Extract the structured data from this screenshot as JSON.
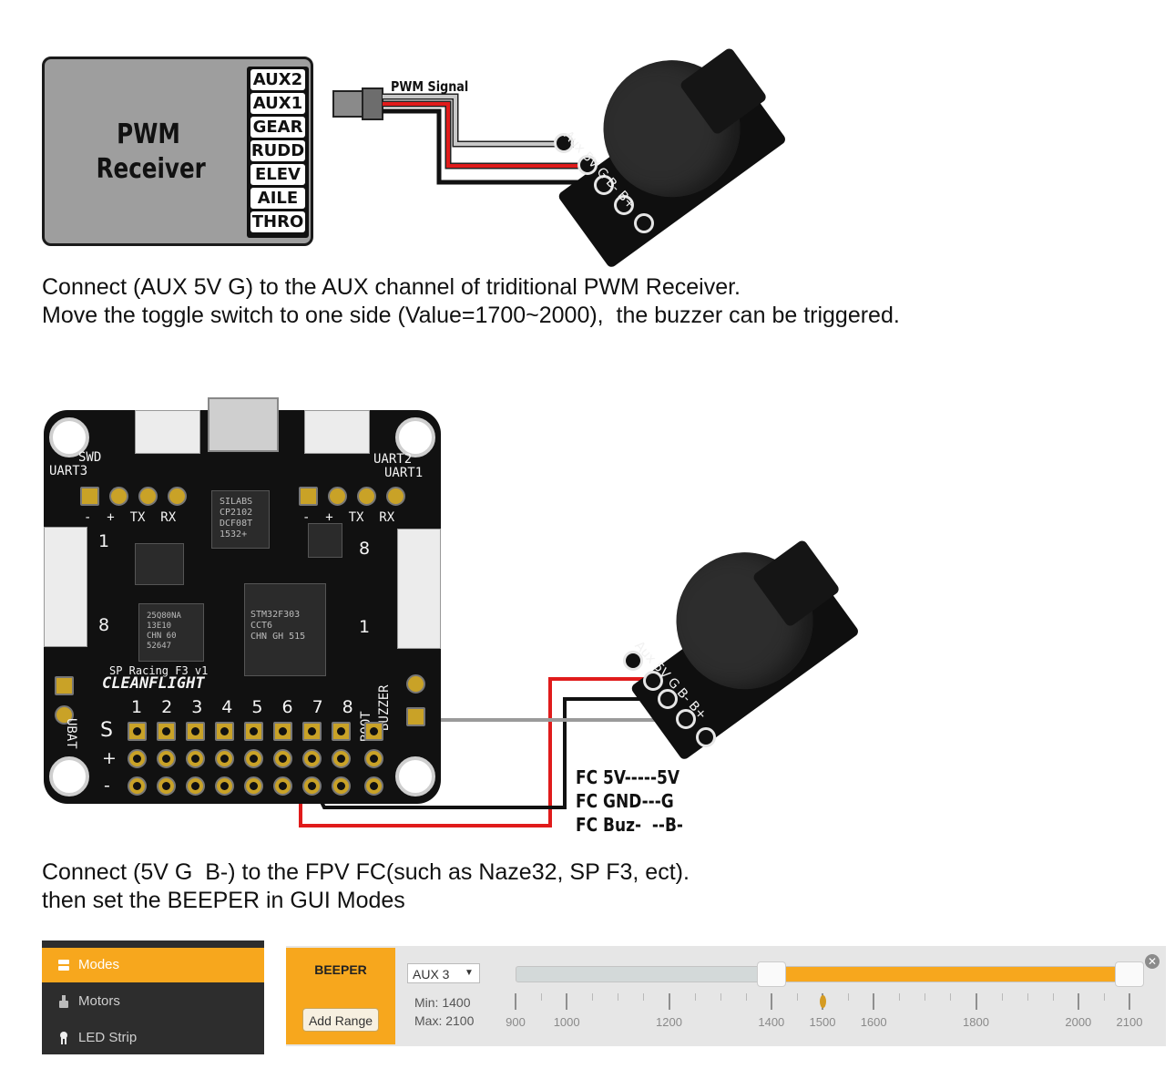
{
  "receiver": {
    "title_line1": "PWM",
    "title_line2": "Receiver",
    "channels": [
      "AUX2",
      "AUX1",
      "GEAR",
      "RUDD",
      "ELEV",
      "AILE",
      "THRO"
    ]
  },
  "wire_label": "PWM Signal",
  "buzzer_pins": {
    "aux": "Aux",
    "v5": "5V",
    "g": "G",
    "bminus": "B-",
    "bplus": "B+"
  },
  "captions": {
    "top_line1": "Connect (AUX 5V G) to the AUX channel of triditional PWM Receiver.",
    "top_line2": "Move the toggle switch to one side (Value=1700~2000),  the buzzer can be triggered.",
    "mid_line1": "Connect (5V G  B-) to the FPV FC(such as Naze32, SP F3, ect).",
    "mid_line2": "then set the BEEPER in GUI Modes"
  },
  "fc_board": {
    "silk": {
      "swd": "SWD",
      "uart3": "UART3",
      "uart2": "UART2",
      "uart1": "UART1",
      "tx_rx_left": "-  +  TX  RX",
      "tx_rx_right": "-  +  TX  RX",
      "sp_racing": "SP Racing F3 v1",
      "cleanflight": "CLEANFLIGHT",
      "ubat": "UBAT",
      "boot": "BOOT",
      "buzzer": "BUZZER",
      "channel_numbers": [
        "1",
        "2",
        "3",
        "4",
        "5",
        "6",
        "7",
        "8"
      ],
      "row_s": "S",
      "row_plus": "+",
      "row_minus": "-",
      "left_one": "1",
      "left_eight": "8",
      "right_eight": "8",
      "right_one": "1",
      "chip_usb": "SILABS\nCP2102\nDCF08T\n1532+",
      "chip_main": "STM32F303\nCCT6\nCHN GH 515",
      "chip_gyro": "25Q80NA\n13E10\nCHN 60\n52647"
    }
  },
  "fc_mapping": [
    "FC 5V-----5V",
    "FC GND---G",
    "FC Buz-  --B-"
  ],
  "gui": {
    "sidebar": [
      {
        "label": "Modes",
        "icon": "modes-icon",
        "active": true
      },
      {
        "label": "Motors",
        "icon": "motors-icon",
        "active": false
      },
      {
        "label": "LED Strip",
        "icon": "led-strip-icon",
        "active": false
      }
    ],
    "mode_name": "BEEPER",
    "add_range_label": "Add Range",
    "channel_select": "AUX 3",
    "min_label": "Min: 1400",
    "max_label": "Max: 2100",
    "range_min": 1400,
    "range_max": 2100,
    "current_value": 1500,
    "scale_min": 900,
    "scale_max": 2100,
    "tick_labels": [
      "900",
      "1000",
      "1200",
      "1400",
      "1500",
      "1600",
      "1800",
      "2000",
      "2100"
    ],
    "remove_icon": "close-circle-icon",
    "colors": {
      "accent": "#f7a71d",
      "sidebar_bg": "#2d2d2d"
    }
  }
}
